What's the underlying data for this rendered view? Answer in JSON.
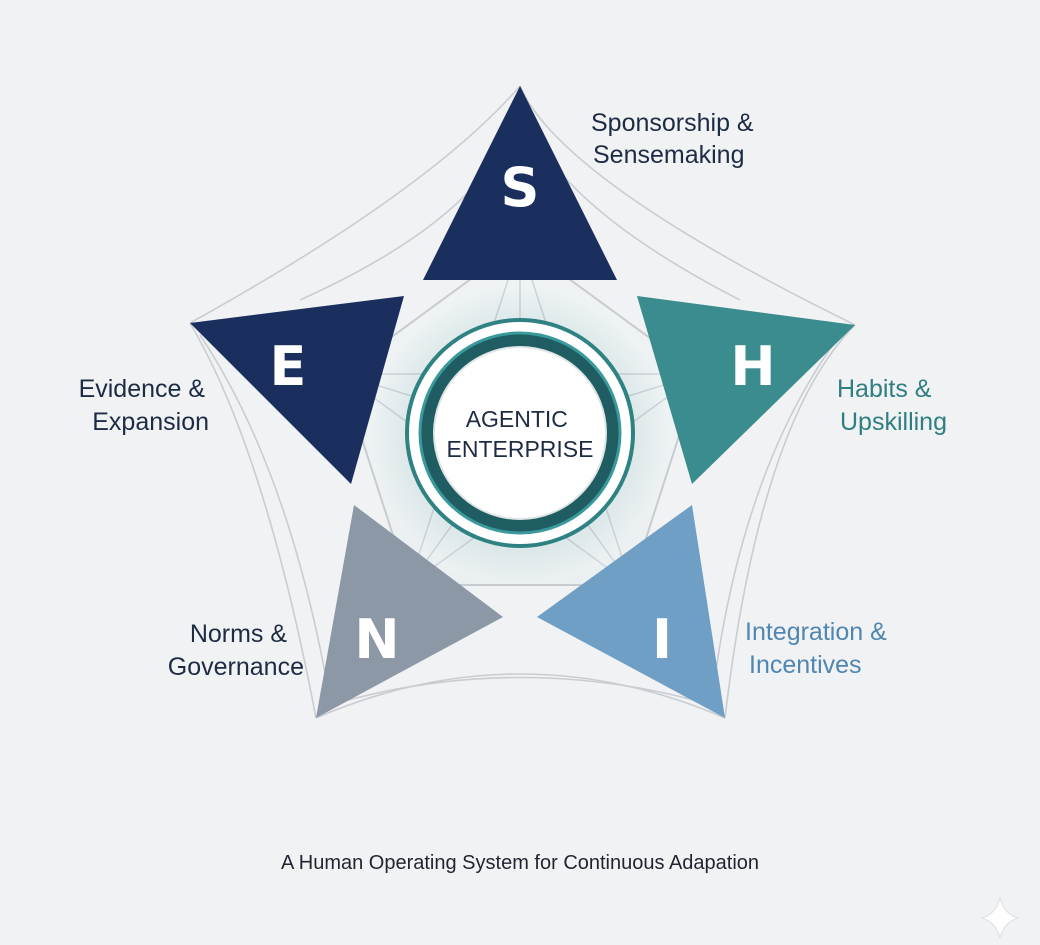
{
  "diagram": {
    "center": {
      "line1": "AGENTIC",
      "line2": "ENTERPRISE"
    },
    "pillars": [
      {
        "key": "S",
        "letter": "S",
        "label_line1": "Sponsorship &",
        "label_line2": "Sensemaking",
        "color": "#1b2f5e",
        "label_color": "#1e2b45"
      },
      {
        "key": "H",
        "letter": "H",
        "label_line1": "Habits &",
        "label_line2": "Upskilling",
        "color": "#3a8c8e",
        "label_color": "#2f7f82"
      },
      {
        "key": "I",
        "letter": "I",
        "label_line1": "Integration &",
        "label_line2": "Incentives",
        "color": "#6f9fc4",
        "label_color": "#4f86b3"
      },
      {
        "key": "N",
        "letter": "N",
        "label_line1": "Norms &",
        "label_line2": "Governance",
        "color": "#8c98a5",
        "label_color": "#1e2b45"
      },
      {
        "key": "E",
        "letter": "E",
        "label_line1": "Evidence &",
        "label_line2": "Expansion",
        "color": "#1b2f5e",
        "label_color": "#1e2b45"
      }
    ]
  },
  "caption": "A Human Operating System for Continuous Adapation",
  "sparkle_icon": "four-point-star-icon"
}
